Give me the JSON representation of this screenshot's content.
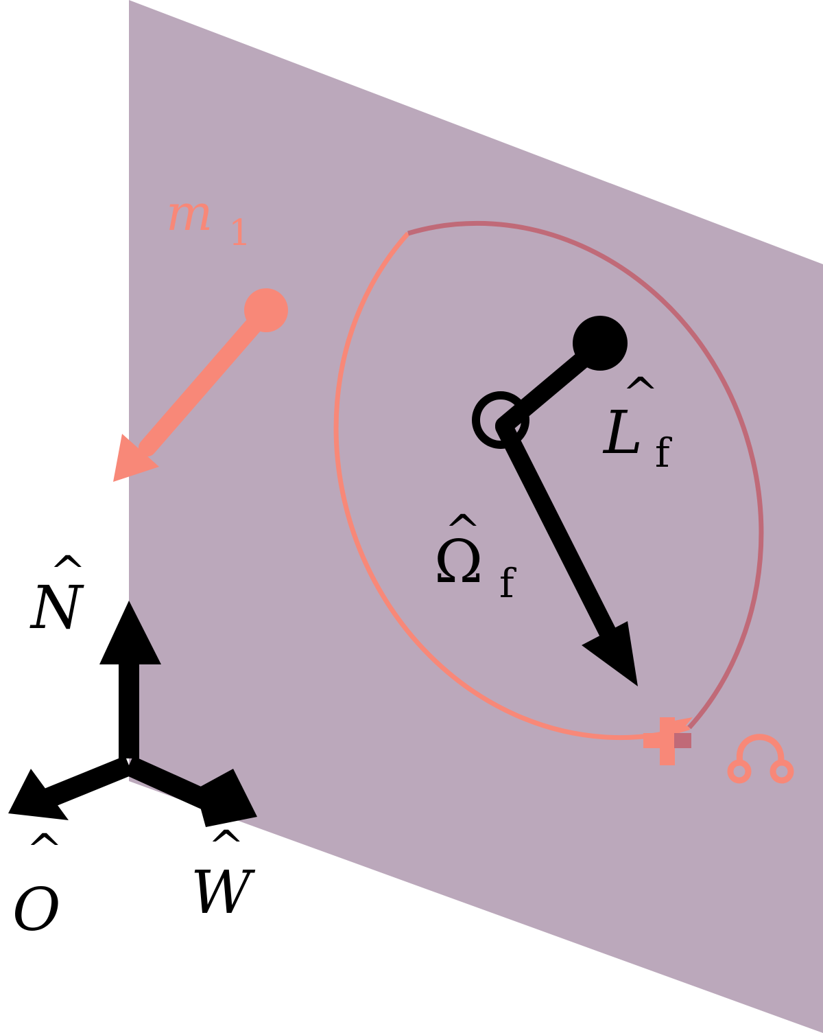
{
  "colors": {
    "plane": "#bba8bb",
    "orbit": "#f88878",
    "orbit_far": "#c06a78",
    "vector": "#000000",
    "label_orbit": "#f88878",
    "label_vector": "#000000"
  },
  "labels": {
    "body_mass": {
      "base": "m",
      "sub": "1"
    },
    "angular_momentum": {
      "base": "L",
      "hat": "^",
      "sub": "f"
    },
    "spin_axis": {
      "base": "Ω",
      "hat": "^",
      "sub": "f"
    },
    "north": {
      "base": "N",
      "hat": "^"
    },
    "west": {
      "base": "W",
      "hat": "^"
    },
    "observer": {
      "base": "O",
      "hat": "^"
    }
  },
  "icons": {
    "ascending_node": "ascending-node-symbol",
    "node_marker": "cross-marker"
  }
}
